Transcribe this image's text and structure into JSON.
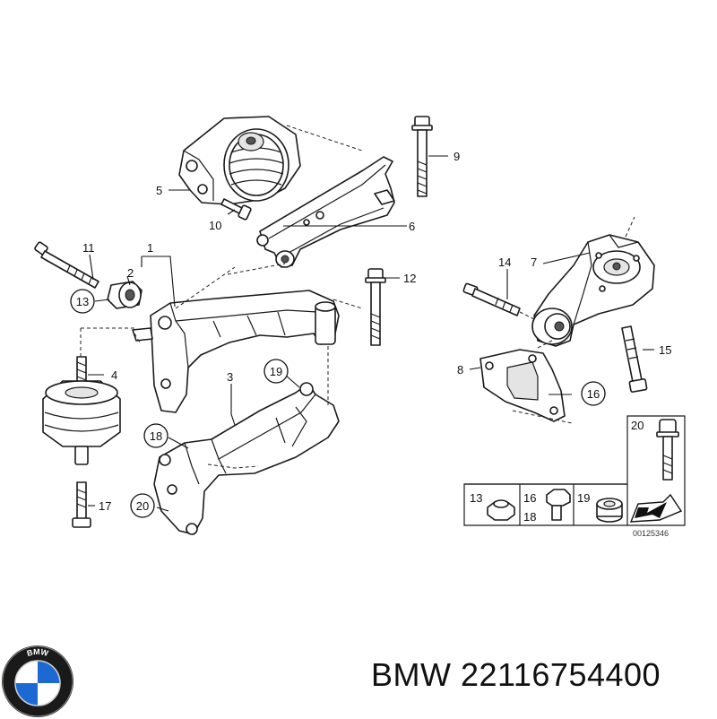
{
  "callouts": {
    "c1": "1",
    "c2": "2",
    "c3": "3",
    "c4": "4",
    "c5": "5",
    "c6": "6",
    "c7": "7",
    "c8": "8",
    "c9": "9",
    "c10": "10",
    "c11": "11",
    "c12": "12",
    "c13": "13",
    "c14": "14",
    "c15": "15",
    "c16": "16",
    "c17": "17",
    "c18": "18",
    "c19": "19",
    "c20": "20"
  },
  "legend": {
    "i13": "13",
    "i16": "16",
    "i18": "18",
    "i19": "19",
    "i20": "20"
  },
  "reference": "00125346",
  "brand": {
    "logo_text": "BMW",
    "colors": {
      "blue": "#1c69d4",
      "black": "#111111"
    }
  },
  "caption": "BMW 22116754400"
}
